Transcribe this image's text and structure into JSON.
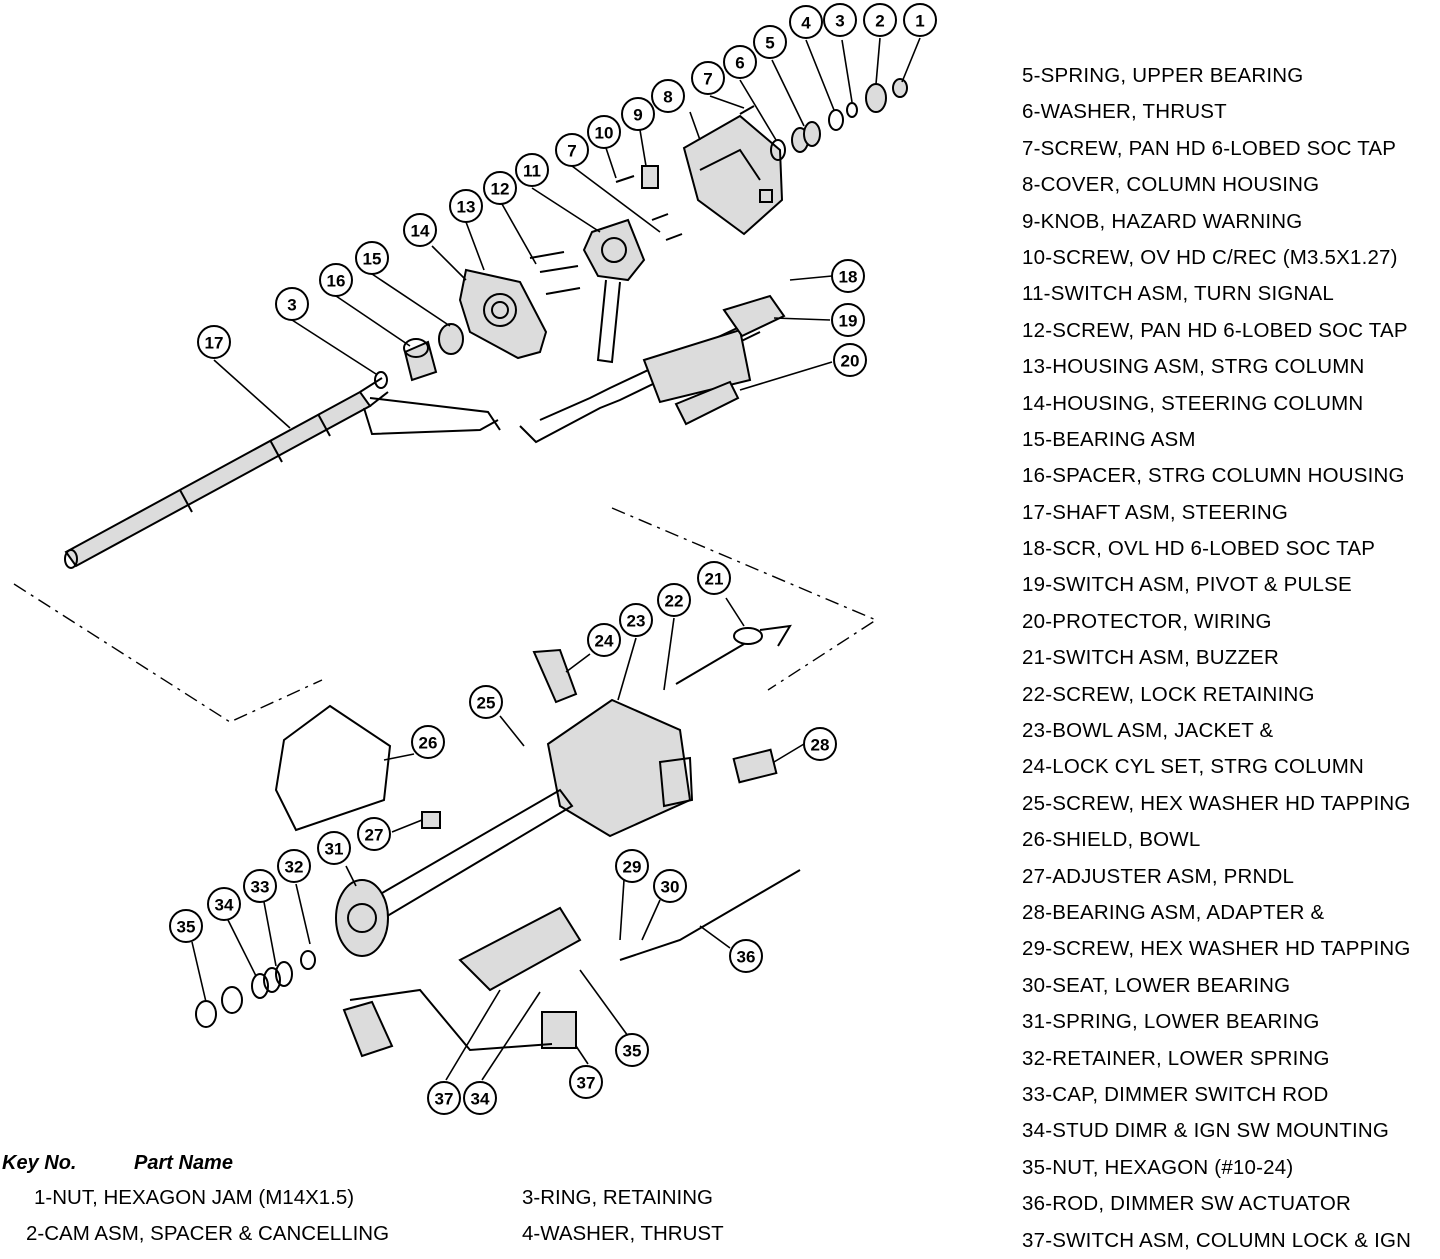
{
  "key_header": {
    "key_no": "Key No.",
    "part_name": "Part Name"
  },
  "bottom_items": [
    "1-NUT, HEXAGON JAM (M14X1.5)",
    "2-CAM ASM, SPACER & CANCELLING",
    "3-RING, RETAINING",
    "4-WASHER, THRUST"
  ],
  "parts_list": [
    "5-SPRING, UPPER BEARING",
    "6-WASHER, THRUST",
    "7-SCREW, PAN HD 6-LOBED SOC TAP",
    "8-COVER, COLUMN HOUSING",
    "9-KNOB, HAZARD WARNING",
    "10-SCREW, OV HD C/REC (M3.5X1.27)",
    "11-SWITCH ASM, TURN SIGNAL",
    "12-SCREW, PAN HD 6-LOBED SOC TAP",
    "13-HOUSING ASM, STRG COLUMN",
    "14-HOUSING, STEERING COLUMN",
    "15-BEARING ASM",
    "16-SPACER, STRG COLUMN HOUSING",
    "17-SHAFT ASM, STEERING",
    "18-SCR, OVL HD 6-LOBED SOC TAP",
    "19-SWITCH ASM, PIVOT & PULSE",
    "20-PROTECTOR, WIRING",
    "21-SWITCH ASM, BUZZER",
    "22-SCREW, LOCK RETAINING",
    "23-BOWL ASM, JACKET &",
    "24-LOCK CYL SET, STRG COLUMN",
    "25-SCREW, HEX WASHER HD TAPPING",
    "26-SHIELD, BOWL",
    "27-ADJUSTER ASM, PRNDL",
    "28-BEARING ASM, ADAPTER &",
    "29-SCREW, HEX WASHER HD TAPPING",
    "30-SEAT, LOWER BEARING",
    "31-SPRING, LOWER BEARING",
    "32-RETAINER, LOWER SPRING",
    "33-CAP, DIMMER SWITCH ROD",
    "34-STUD DIMR & IGN SW MOUNTING",
    "35-NUT, HEXAGON (#10-24)",
    "36-ROD, DIMMER SW ACTUATOR",
    "37-SWITCH ASM, COLUMN LOCK & IGN"
  ],
  "callouts": [
    "1",
    "2",
    "3",
    "4",
    "5",
    "6",
    "7",
    "7",
    "8",
    "9",
    "10",
    "11",
    "12",
    "13",
    "14",
    "15",
    "16",
    "3",
    "17",
    "18",
    "19",
    "20",
    "21",
    "22",
    "23",
    "24",
    "25",
    "26",
    "27",
    "28",
    "29",
    "30",
    "31",
    "32",
    "33",
    "34",
    "35",
    "35",
    "36",
    "37",
    "34",
    "37"
  ]
}
